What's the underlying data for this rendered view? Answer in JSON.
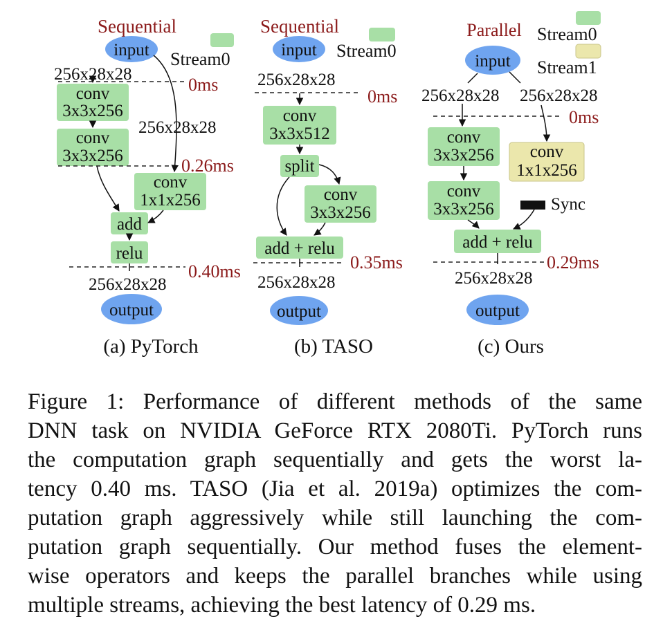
{
  "panels": {
    "a": {
      "mode": "Sequential",
      "input": "input",
      "output": "output",
      "legend_stream": "Stream0",
      "dims_top": "256x28x28",
      "dims_right": "256x28x28",
      "dims_bottom": "256x28x28",
      "conv1_l1": "conv",
      "conv1_l2": "3x3x256",
      "conv2_l1": "conv",
      "conv2_l2": "3x3x256",
      "conv3_l1": "conv",
      "conv3_l2": "1x1x256",
      "add": "add",
      "relu": "relu",
      "t0": "0ms",
      "t1": "0.26ms",
      "t2": "0.40ms",
      "caption": "(a) PyTorch"
    },
    "b": {
      "mode": "Sequential",
      "input": "input",
      "output": "output",
      "legend_stream": "Stream0",
      "dims_top": "256x28x28",
      "dims_bottom": "256x28x28",
      "conv1_l1": "conv",
      "conv1_l2": "3x3x512",
      "split": "split",
      "conv2_l1": "conv",
      "conv2_l2": "3x3x256",
      "addrelu": "add + relu",
      "t0": "0ms",
      "t1": "0.35ms",
      "caption": "(b) TASO"
    },
    "c": {
      "mode": "Parallel",
      "input": "input",
      "output": "output",
      "legend_stream0": "Stream0",
      "legend_stream1": "Stream1",
      "dims_left": "256x28x28",
      "dims_right": "256x28x28",
      "dims_bottom": "256x28x28",
      "conv1_l1": "conv",
      "conv1_l2": "3x3x256",
      "conv2_l1": "conv",
      "conv2_l2": "3x3x256",
      "conv3_l1": "conv",
      "conv3_l2": "1x1x256",
      "sync": "Sync",
      "addrelu": "add + relu",
      "t0": "0ms",
      "t1": "0.29ms",
      "caption": "(c) Ours"
    }
  },
  "colors": {
    "stream0": "#a8dfa6",
    "stream1": "#ebe7ac",
    "io": "#6fa4ef",
    "time": "#8b1a1a"
  },
  "caption": {
    "lines": [
      "Figure 1: Performance of different methods of the same",
      "DNN task on NVIDIA GeForce RTX 2080Ti. PyTorch runs",
      "the computation graph sequentially and gets the worst la-",
      "tency 0.40 ms. TASO (Jia et al. 2019a) optimizes the com-",
      "putation graph aggressively while still launching the com-",
      "putation graph sequentially. Our method fuses the element-",
      "wise operators and keeps the parallel branches while using",
      "multiple streams, achieving the best latency of 0.29 ms."
    ]
  }
}
